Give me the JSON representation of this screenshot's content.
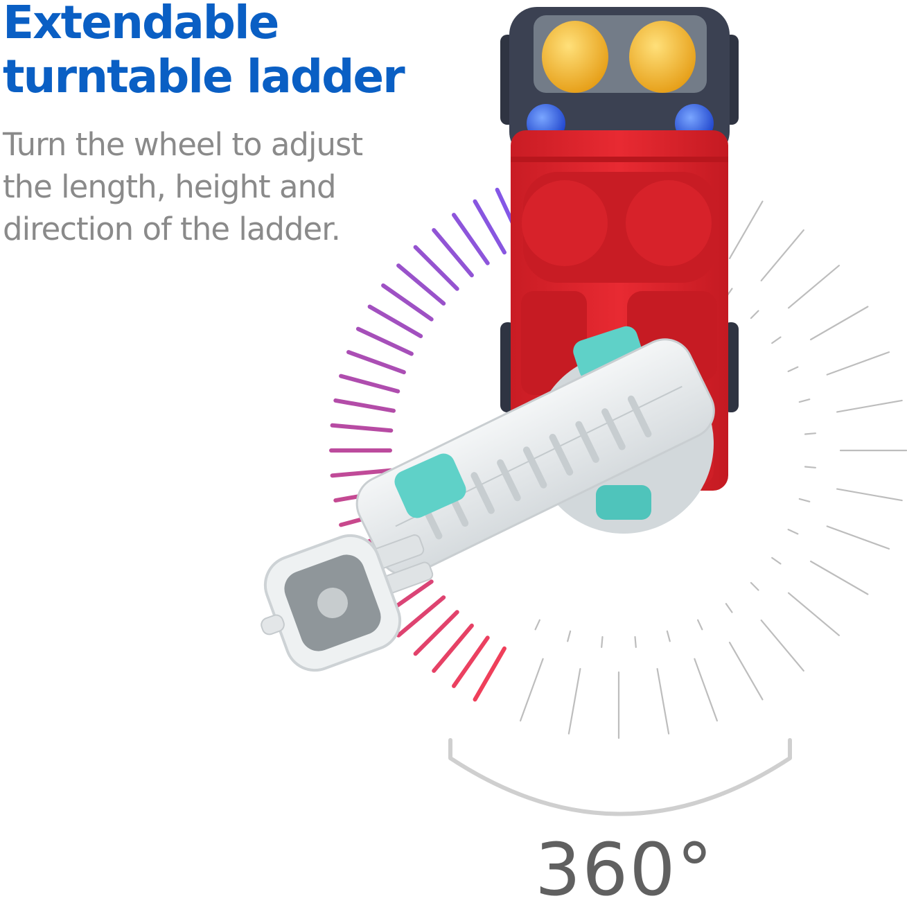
{
  "headline": {
    "line1": "Extendable",
    "line2": "turntable ladder"
  },
  "description": {
    "line1": "Turn the wheel to adjust",
    "line2": "the length, height and",
    "line3": "direction of the ladder."
  },
  "rotation_label": "360°",
  "colors": {
    "headline": "#0a5fc4",
    "description": "#8a8a8a",
    "truck_body": "#e2262e",
    "cab": "#3b4152",
    "headlights": "#1e57e6",
    "figures": "#f3b52a",
    "ladder": "#e3e7ea",
    "knobs": "#5fd1c8",
    "tick_gray": "#bdbdbd",
    "tick_gradient_start": "#8457e6",
    "tick_gradient_end": "#ef3f5a"
  },
  "icons": {
    "rotation_arc": "arc-arrow-icon"
  }
}
